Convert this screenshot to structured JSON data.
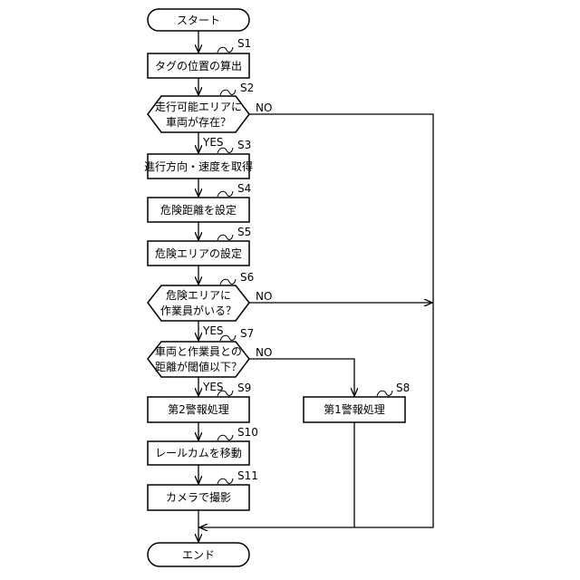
{
  "start": "スタート",
  "end": "エンド",
  "steps": {
    "s1": {
      "id": "S1",
      "text": "タグの位置の算出"
    },
    "s2": {
      "id": "S2",
      "line1": "走行可能エリアに",
      "line2": "車両が存在？"
    },
    "s3": {
      "id": "S3",
      "text": "進行方向・速度を取得"
    },
    "s4": {
      "id": "S4",
      "text": "危険距離を設定"
    },
    "s5": {
      "id": "S5",
      "text": "危険エリアの設定"
    },
    "s6": {
      "id": "S6",
      "line1": "危険エリアに",
      "line2": "作業員がいる？"
    },
    "s7": {
      "id": "S7",
      "line1": "車両と作業員との",
      "line2": "距離が閾値以下？"
    },
    "s8": {
      "id": "S8",
      "text": "第1警報処理"
    },
    "s9": {
      "id": "S9",
      "text": "第2警報処理"
    },
    "s10": {
      "id": "S10",
      "text": "レールカムを移動"
    },
    "s11": {
      "id": "S11",
      "text": "カメラで撮影"
    }
  },
  "branches": {
    "yes": "YES",
    "no": "NO"
  }
}
